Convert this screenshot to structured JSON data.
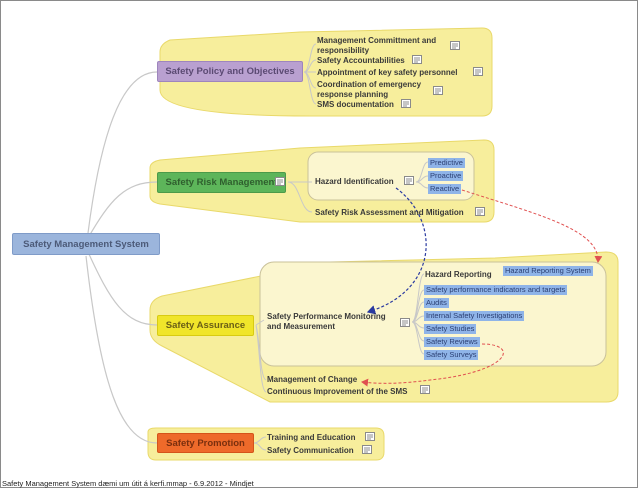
{
  "central": {
    "label": "Safety Management System"
  },
  "branches": {
    "policy": {
      "label": "Safety Policy and Objectives",
      "items": [
        "Management Committment and responsibility",
        "Safety Accountabilities",
        "Appointment of key safety personnel",
        "Coordination of emergency response planning",
        "SMS documentation"
      ]
    },
    "risk": {
      "label": "Safety Risk Management",
      "hazard_identification": "Hazard Identification",
      "hazard_tags": [
        "Predictive",
        "Proactive",
        "Reactive"
      ],
      "assessment": "Safety Risk Assessment and Mitigation"
    },
    "assurance": {
      "label": "Safety Assurance",
      "monitoring": "Safety Performance Monitoring and Measurement",
      "hazard_reporting": "Hazard Reporting",
      "hazard_reporting_system": "Hazard Reporting System",
      "monitoring_tags": [
        "Safety performance indicators and targets",
        "Audits",
        "Internal Safety Investigations",
        "Safety Studies",
        "Safety Reviews",
        "Safety Surveys"
      ],
      "management_of_change": "Management of Change",
      "continuous_improvement": "Continuous Improvement of the SMS"
    },
    "promotion": {
      "label": "Safety Promotion",
      "items": [
        "Training and Education",
        "Safety Communication"
      ]
    }
  },
  "colors": {
    "central": "#9bb5dc",
    "policy": "#b9a0d0",
    "risk": "#5db55a",
    "assurance": "#f0e52a",
    "promotion": "#ee6a2a",
    "boundary": "#f7ee9c",
    "tag": "#8fb4e8",
    "link_red": "#e05050",
    "link_blue": "#2a3aa0"
  },
  "icons": {
    "note": "note-icon"
  },
  "footer": "Safety Management System dæmi um útit á kerfi.mmap - 6.9.2012 - Mindjet"
}
